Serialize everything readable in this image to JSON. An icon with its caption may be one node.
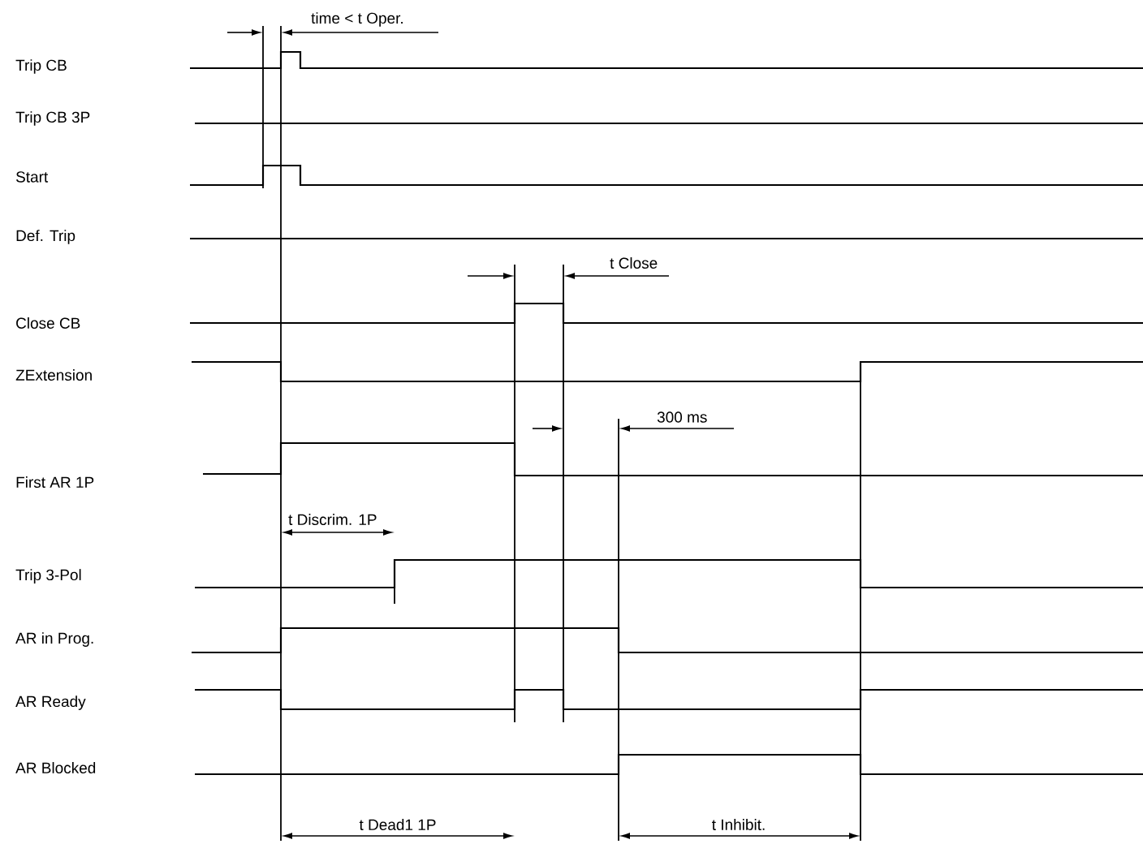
{
  "diagram": {
    "labels": [
      "time < t Oper.",
      "Trip CB",
      "Trip CB 3P",
      "Start",
      "Def. Trip",
      "t Close",
      "Close CB",
      "ZExtension",
      "300 ms",
      "First AR 1P",
      "t Discrim. 1P",
      "Trip 3-Pol",
      "AR in Prog.",
      "AR Ready",
      "AR Blocked",
      "t Dead1 1P",
      "t Inhibit."
    ]
  }
}
